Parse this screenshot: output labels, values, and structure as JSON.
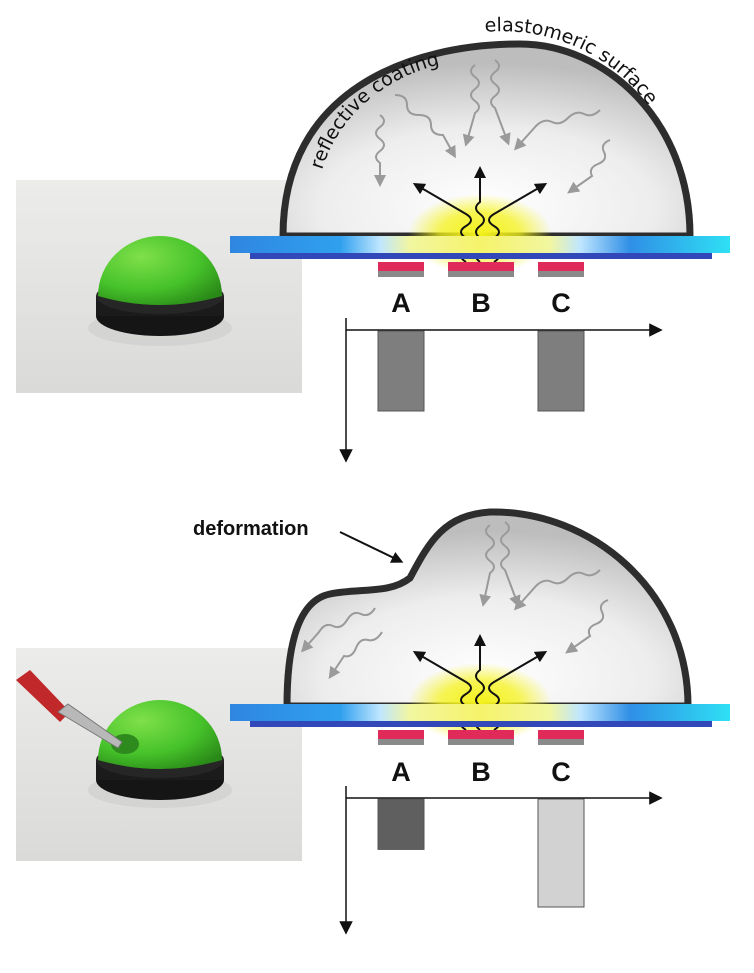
{
  "panels": [
    {
      "id": "rest",
      "curved_labels": [
        "reflective coating",
        "elastomeric surface"
      ],
      "sensor_labels": [
        "A",
        "B",
        "C"
      ],
      "bar_levels": [
        1.0,
        0.0,
        1.0
      ],
      "bar_shades": [
        "#7e7e7e",
        "#7e7e7e",
        "#7e7e7e"
      ]
    },
    {
      "id": "pressed",
      "callout": "deformation",
      "sensor_labels": [
        "A",
        "B",
        "C"
      ],
      "bar_levels": [
        0.63,
        0.0,
        1.35
      ],
      "bar_shades": [
        "#5f5f5f",
        "#5f5f5f",
        "#d2d2d2"
      ]
    }
  ],
  "colors": {
    "dome_outline": "#2d2d2d",
    "substrate_blue": "#2f8fe6",
    "substrate_dark": "#3348b8",
    "emitter_red": "#e02a5a",
    "sensor_grey": "#8a8a8a",
    "glow_yellow": "#f4f21a",
    "rubber_green": "#4cc62a"
  },
  "icons": [
    "light-ray-arrow",
    "reflected-ray-arrow",
    "axis-arrow",
    "probe-tool"
  ]
}
